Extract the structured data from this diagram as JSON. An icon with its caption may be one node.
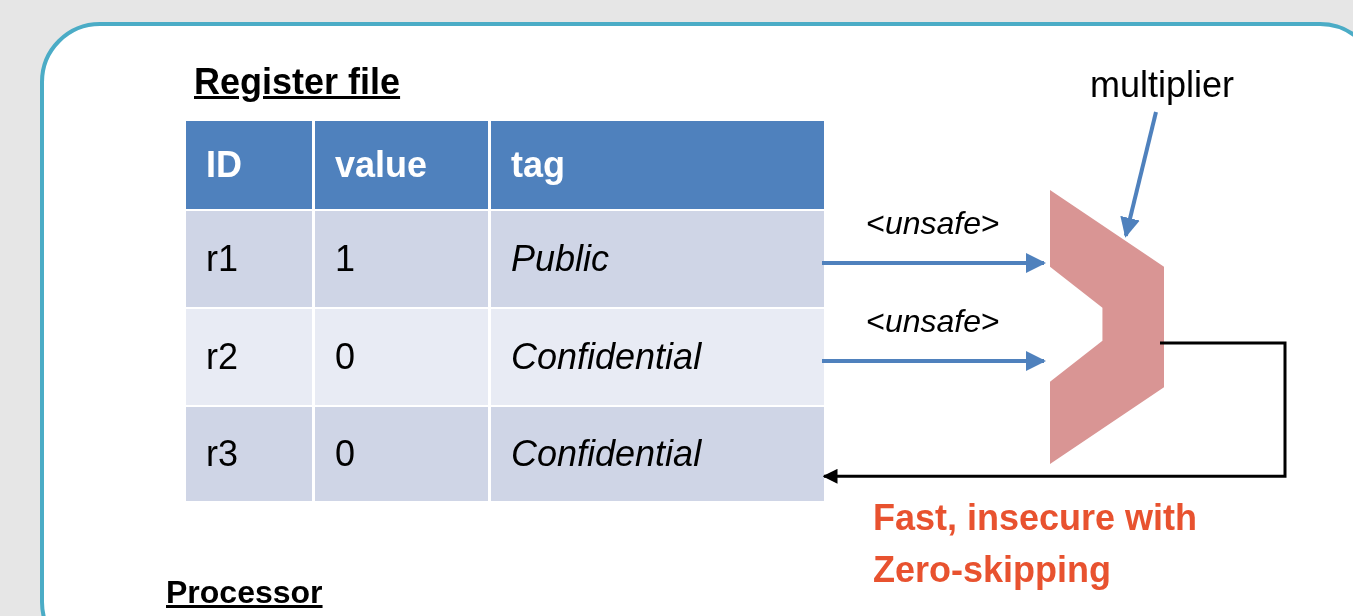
{
  "diagram": {
    "nodes": [
      {
        "text": [
          "Processor"
        ]
      },
      {
        "text": [
          "Register file"
        ],
        "in": 0
      },
      {
        "text": [
          "ID",
          "value",
          "tag"
        ],
        "in": 1
      },
      {
        "text": [
          "r1",
          "1",
          "Public"
        ],
        "in": 1
      },
      {
        "text": [
          "r2",
          "0",
          "Confidential"
        ],
        "in": 1
      },
      {
        "text": [
          "r3",
          "0",
          "Confidential"
        ],
        "in": 1
      },
      {
        "text": [],
        "shape": "trapezoid",
        "in": 0
      },
      {
        "text": [
          "multiplier"
        ],
        "in": 0
      }
    ],
    "edges": [
      {
        "from": 3,
        "to": 6,
        "arrow": "to",
        "label": "<*unsafe*>"
      },
      {
        "from": 4,
        "to": 6,
        "arrow": "to",
        "label": "<*unsafe*>"
      },
      {
        "from": 6,
        "to": 5,
        "arrow": "to",
        "color": "#000000"
      },
      {
        "from": 7,
        "to": 6,
        "arrow": "to"
      }
    ],
    "labels": [
      "Fast, insecure with Zero-skipping"
    ]
  }
}
